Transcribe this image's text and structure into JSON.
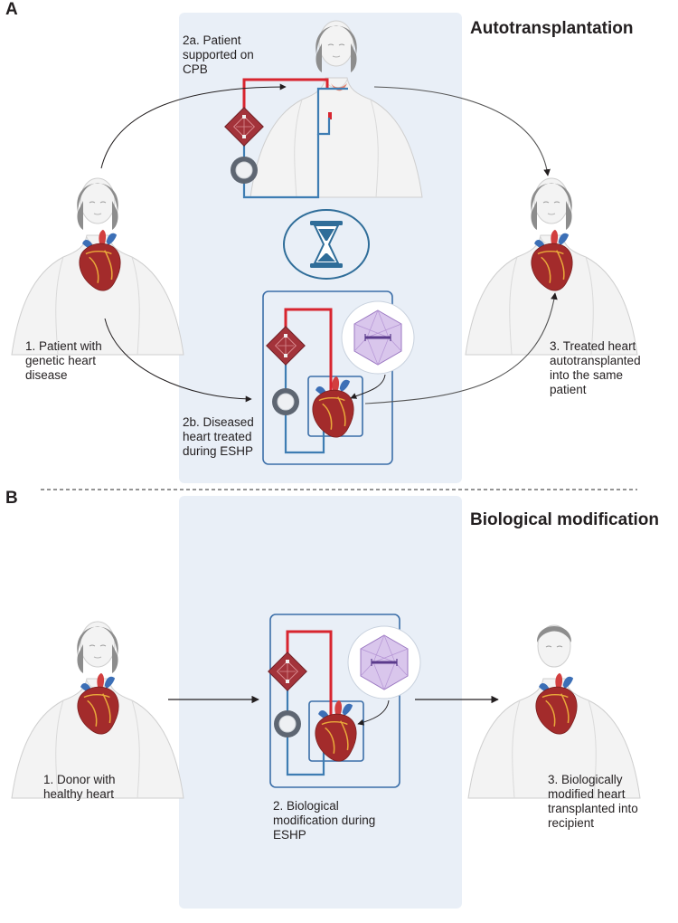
{
  "panel_a": {
    "letter": "A",
    "title": "Autotransplantation",
    "step_1": "1. Patient with\ngenetic heart\ndisease",
    "step_2a": "2a. Patient\nsupported on\nCPB",
    "step_2b": "2b. Diseased\nheart treated\nduring ESHP",
    "step_3": "3. Treated heart\nautotransplanted\ninto the same\npatient"
  },
  "panel_b": {
    "letter": "B",
    "title": "Biological modification",
    "step_1": "1. Donor with\nhealthy heart",
    "step_2": "2. Biological\nmodification during\nESHP",
    "step_3": "3. Biologically\nmodified heart\ntransplanted into\nrecipient"
  },
  "colors": {
    "background_panel": "#e9eff7",
    "circuit_red": "#d8252f",
    "circuit_blue": "#3e7db3",
    "box_blue": "#3b6ea8",
    "oxygenator": "#a3333a",
    "pump_gray": "#5e6672",
    "hourglass": "#2f6d99",
    "vector_purple": "#b99ad6",
    "body_fill": "#f3f3f3",
    "body_stroke": "#c9c9c9",
    "hair": "#8d8d8d"
  },
  "icons": [
    "female-figure-icon",
    "male-figure-icon",
    "heart-icon",
    "heart-lung-machine-icon",
    "oxygenator-icon",
    "roller-pump-icon",
    "hourglass-icon",
    "viral-vector-icon"
  ]
}
